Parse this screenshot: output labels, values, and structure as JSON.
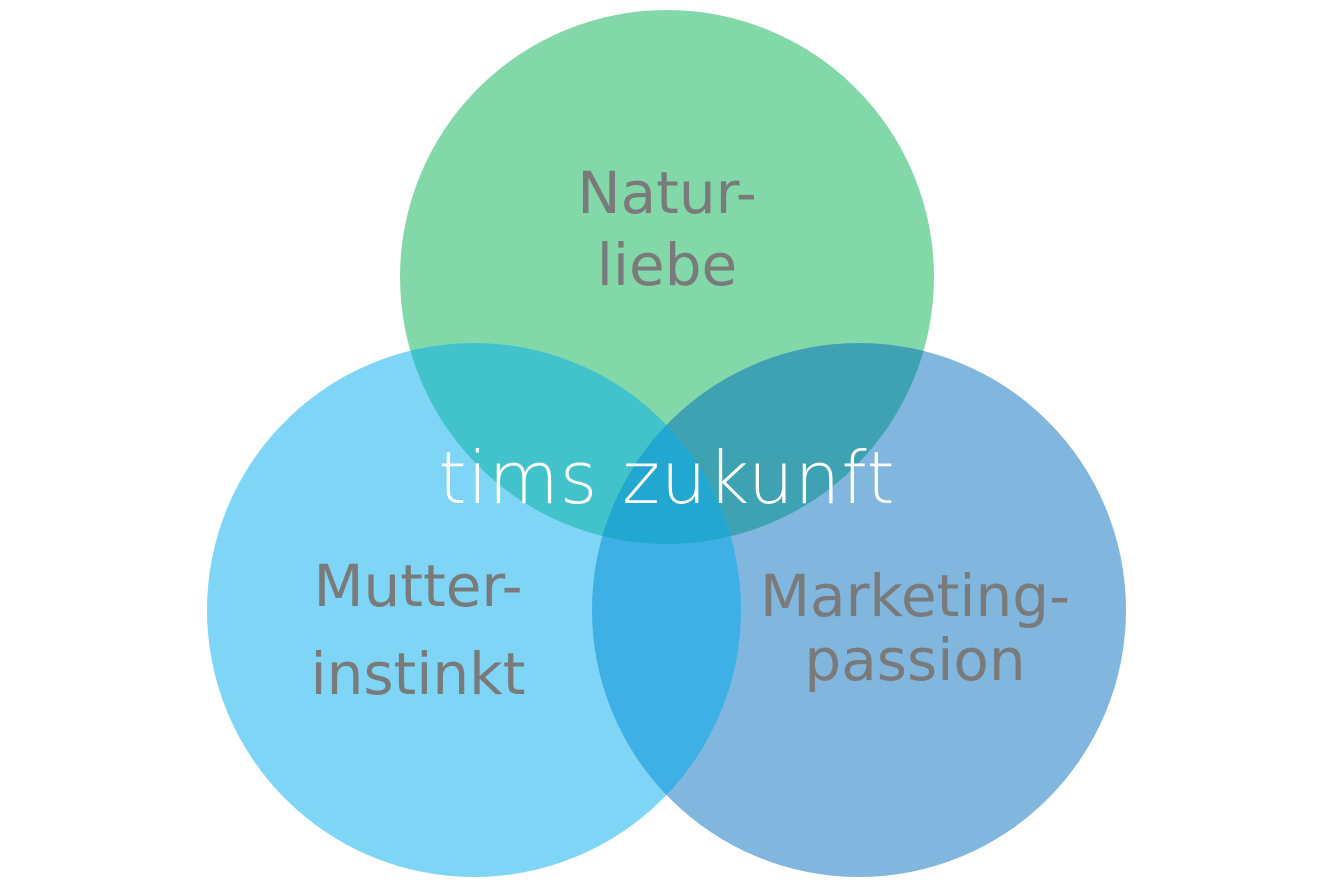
{
  "center_label": "tims zukunft",
  "circles": {
    "top": {
      "lines": [
        "Natur-",
        "liebe"
      ],
      "color": "#82D8A8"
    },
    "left": {
      "lines": [
        "Mutter-",
        "instinkt"
      ],
      "color": "#7FD5F6"
    },
    "right": {
      "lines": [
        "Marketing-",
        "passion"
      ],
      "color": "#81B6DE"
    }
  },
  "overlap_colors": {
    "top_left": "#42C3CB",
    "top_right": "#3FA2B2",
    "left_right": "#3FB0E6",
    "all": "#22A8D0"
  }
}
